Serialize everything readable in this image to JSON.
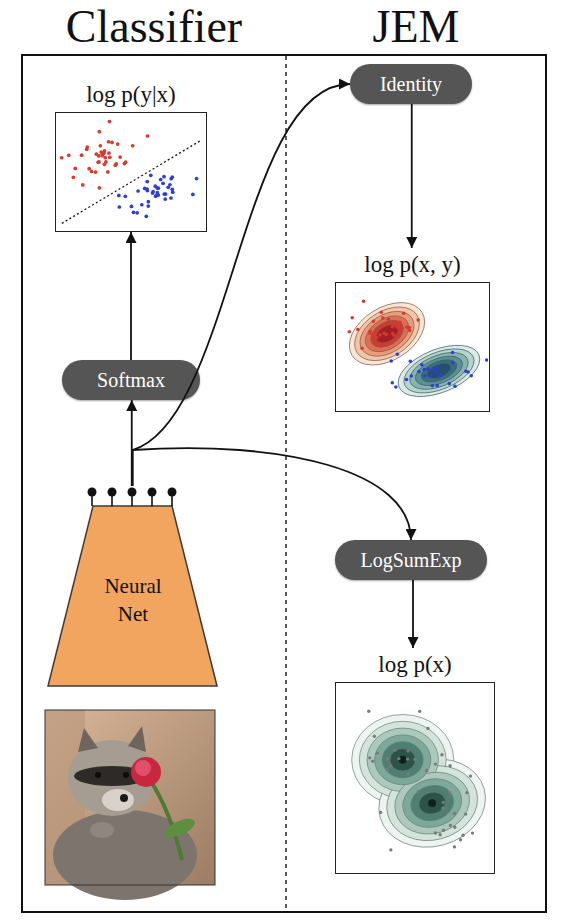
{
  "diagram": {
    "nodes": [
      {
        "text": [
          "log p(y|x)"
        ]
      },
      {
        "text": [
          "Identity"
        ]
      },
      {
        "text": [
          "Softmax"
        ]
      },
      {
        "text": [
          "log p(x, y)"
        ]
      },
      {
        "text": [
          "LogSumExp"
        ]
      },
      {
        "text": [
          "Neural Net"
        ]
      },
      {
        "text": [
          "log p(x)"
        ]
      }
    ],
    "edges": [
      {
        "from": 5,
        "to": 2,
        "arrow": "to"
      },
      {
        "from": 2,
        "to": 0,
        "arrow": "to"
      },
      {
        "from": 5,
        "to": 1,
        "arrow": "to"
      },
      {
        "from": 1,
        "to": 3,
        "arrow": "to"
      },
      {
        "from": 5,
        "to": 4,
        "arrow": "to"
      },
      {
        "from": 4,
        "to": 6,
        "arrow": "to"
      }
    ],
    "labels": [
      "Classifier",
      "JEM"
    ]
  }
}
